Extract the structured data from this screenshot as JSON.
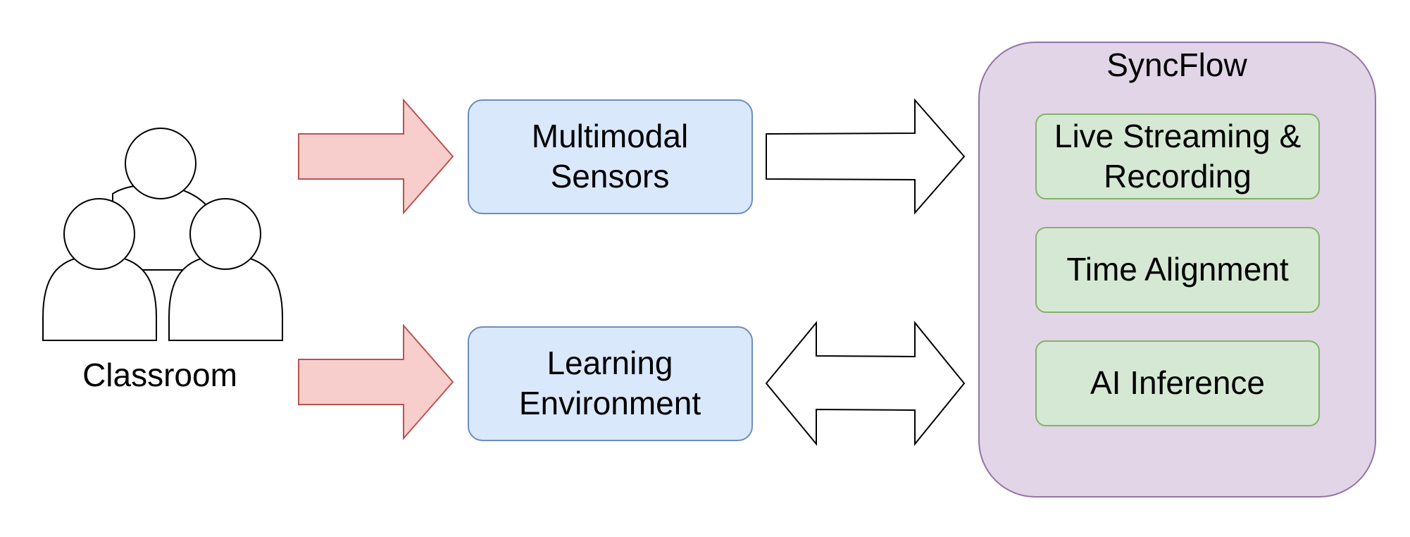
{
  "diagram": {
    "classroom": {
      "label": "Classroom",
      "icon": "group-of-people-icon"
    },
    "sensors": {
      "line1": "Multimodal",
      "line2": "Sensors"
    },
    "environment": {
      "line1": "Learning",
      "line2": "Environment"
    },
    "syncflow": {
      "title": "SyncFlow",
      "modules": [
        {
          "line1": "Live Streaming &",
          "line2": "Recording"
        },
        {
          "line1": "Time Alignment",
          "line2": ""
        },
        {
          "line1": "AI Inference",
          "line2": ""
        }
      ]
    },
    "colors": {
      "input_arrow_fill": "#f8cecc",
      "input_arrow_stroke": "#b85450",
      "blue_box_fill": "#dae8fc",
      "blue_box_stroke": "#6c8ebf",
      "purple_container_fill": "#e1d5e7",
      "purple_container_stroke": "#9673a6",
      "green_box_fill": "#d5e8d4",
      "green_box_stroke": "#82b366"
    }
  }
}
